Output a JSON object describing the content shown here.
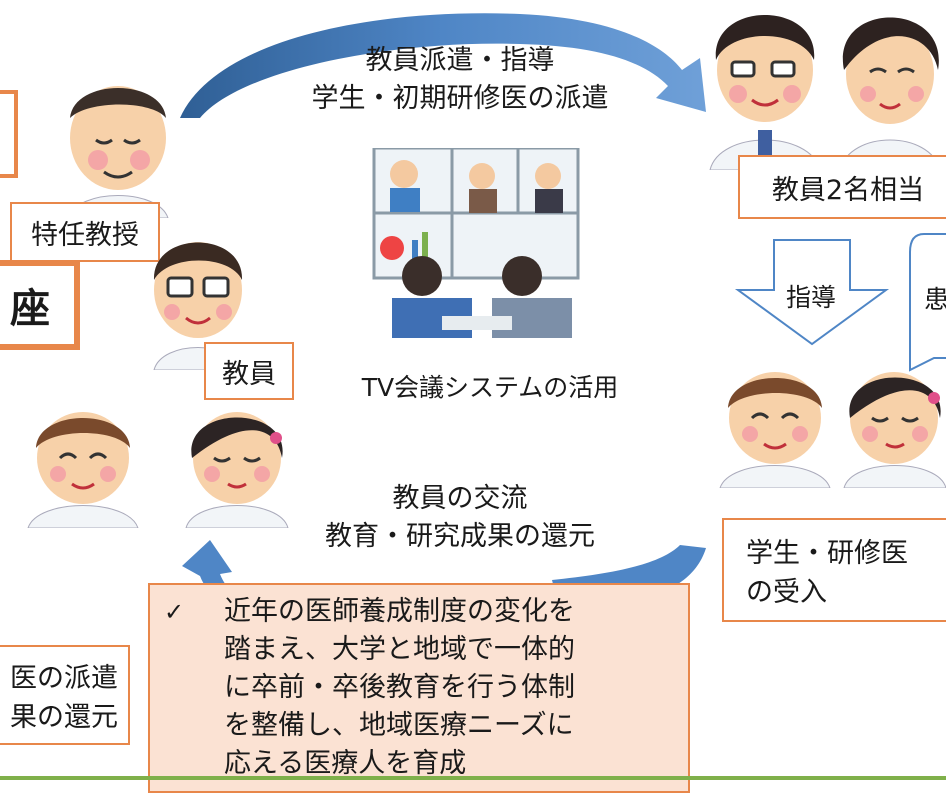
{
  "top_arrow_text": [
    "教員派遣・指導",
    "学生・初期研修医の派遣"
  ],
  "bottom_arrow_text": [
    "教員の交流",
    "教育・研究成果の還元"
  ],
  "tv_caption": "TV会議システムの活用",
  "labels": {
    "special_professor": "特任教授",
    "faculty": "教員",
    "course_fragment": "座",
    "faculty_two": "教員2名相当",
    "guidance": "指導",
    "partial_right": "患",
    "accept": [
      "学生・研修医",
      "の受入"
    ]
  },
  "left_bottom_text": [
    "医の派遣",
    "果の還元"
  ],
  "summary": {
    "bullet": "✓",
    "lines": [
      "近年の医師養成制度の変化を",
      "踏まえ、大学と地域で一体的",
      "に卒前・卒後教育を行う体制",
      "を整備し、地域医療ニーズに",
      "応える医療人を育成"
    ]
  },
  "colors": {
    "box_border": "#e8874a",
    "arrow_blue": "#4f86c6",
    "summary_bg": "#fbe2d3",
    "ground_line": "#7fb04a"
  }
}
